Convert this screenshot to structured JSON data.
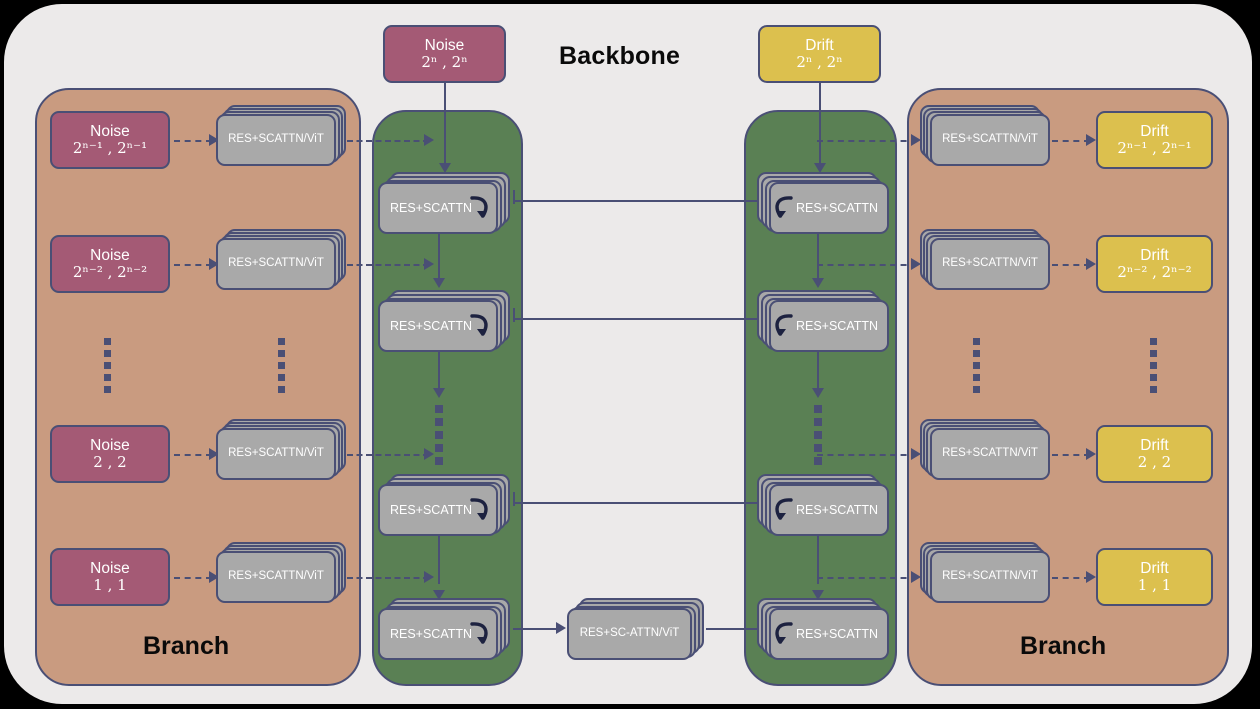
{
  "diagram": {
    "title": "Backbone",
    "left_branch_title": "Branch",
    "right_branch_title": "Branch",
    "colors": {
      "branch_panel": "#c99b80",
      "backbone_panel": "#5a8054",
      "noise_node": "#a45a75",
      "drift_node": "#dcc04e",
      "process_node": "#a9a9a9",
      "stroke": "#4a4f75",
      "canvas": "#eceaea"
    }
  },
  "top_inputs": {
    "noise": {
      "label": "Noise",
      "dims": "2ⁿ , 2ⁿ"
    },
    "drift": {
      "label": "Drift",
      "dims": "2ⁿ , 2ⁿ"
    }
  },
  "left_branch": {
    "inputs": [
      {
        "label": "Noise",
        "dims": "2ⁿ⁻¹ , 2ⁿ⁻¹"
      },
      {
        "label": "Noise",
        "dims": "2ⁿ⁻² , 2ⁿ⁻²"
      },
      {
        "label": "Noise",
        "dims": "2 , 2"
      },
      {
        "label": "Noise",
        "dims": "1 , 1"
      }
    ],
    "processors": [
      "RES+SCATTN/ViT",
      "RES+SCATTN/ViT",
      "RES+SCATTN/ViT",
      "RES+SCATTN/ViT"
    ],
    "ellipsis": "⋮"
  },
  "right_branch": {
    "processors": [
      "RES+SCATTN/ViT",
      "RES+SCATTN/ViT",
      "RES+SCATTN/ViT",
      "RES+SCATTN/ViT"
    ],
    "outputs": [
      {
        "label": "Drift",
        "dims": "2ⁿ⁻¹ , 2ⁿ⁻¹"
      },
      {
        "label": "Drift",
        "dims": "2ⁿ⁻² , 2ⁿ⁻²"
      },
      {
        "label": "Drift",
        "dims": "2 , 2"
      },
      {
        "label": "Drift",
        "dims": "1 , 1"
      }
    ],
    "ellipsis": "⋮"
  },
  "backbone_encoder": {
    "blocks": [
      "RES+SCATTN",
      "RES+SCATTN",
      "RES+SCATTN",
      "RES+SCATTN"
    ]
  },
  "backbone_decoder": {
    "blocks": [
      "RES+SCATTN",
      "RES+SCATTN",
      "RES+SCATTN",
      "RES+SCATTN"
    ]
  },
  "bottleneck": {
    "label": "RES+SC-ATTN/ViT"
  }
}
